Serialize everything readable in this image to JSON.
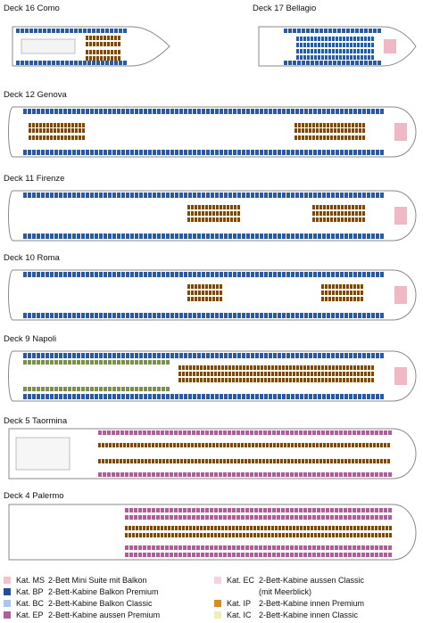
{
  "decks": [
    {
      "id": "d16",
      "label": "Deck 16 Como"
    },
    {
      "id": "d17",
      "label": "Deck 17 Bellagio"
    },
    {
      "id": "d12",
      "label": "Deck 12 Genova"
    },
    {
      "id": "d11",
      "label": "Deck 11 Firenze"
    },
    {
      "id": "d10",
      "label": "Deck 10 Roma"
    },
    {
      "id": "d9",
      "label": "Deck 9 Napoli"
    },
    {
      "id": "d5",
      "label": "Deck 5 Taormina"
    },
    {
      "id": "d4",
      "label": "Deck 4 Palermo"
    }
  ],
  "legend": {
    "left": [
      {
        "code": "Kat. MS",
        "text": "2-Bett Mini Suite mit Balkon",
        "color": "#f3c2cc"
      },
      {
        "code": "Kat. BP",
        "text": "2-Bett-Kabine Balkon Premium",
        "color": "#1f4f9c"
      },
      {
        "code": "Kat. BC",
        "text": "2-Bett-Kabine Balkon Classic",
        "color": "#a9c7ea"
      },
      {
        "code": "Kat. EP",
        "text": "2-Bett-Kabine aussen Premium",
        "color": "#b45c9a"
      }
    ],
    "right": [
      {
        "code": "Kat. EC",
        "text": "2-Bett-Kabine aussen Classic",
        "color": "#f6d2dc"
      },
      {
        "code": "",
        "text": "(mit Meerblick)",
        "color": ""
      },
      {
        "code": "Kat. IP",
        "text": "2-Bett-Kabine innen Premium",
        "color": "#d98c22"
      },
      {
        "code": "Kat. IC",
        "text": "2-Bett-Kabine innen Classic",
        "color": "#f5ecbc"
      }
    ]
  },
  "colors": {
    "hull": "#8a8a8a",
    "balcony_premium": "#2a5aa6",
    "balcony_classic": "#9ec0e8",
    "inner_premium": "#7a4a16",
    "inner_classic": "#f0e8b8",
    "suite": "#f0b8c4",
    "outer_premium": "#b45c9a",
    "green": "#7d8f4c"
  }
}
